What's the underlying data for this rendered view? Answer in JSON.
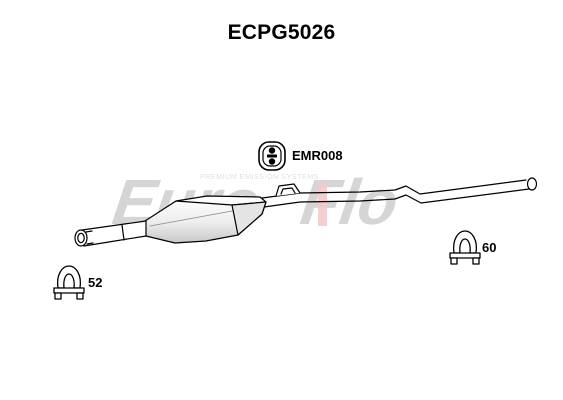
{
  "title": "ECPG5026",
  "parts": {
    "mounting_rubber": {
      "code": "EMR008"
    },
    "clamp_left": {
      "size": "52"
    },
    "clamp_right": {
      "size": "60"
    }
  },
  "watermark": {
    "brand_part1": "Euro",
    "brand_part2": "Flo",
    "tagline": "PREMIUM EMISSION SYSTEMS",
    "colors": {
      "main": "#c8c8c8",
      "accent": "#f0b8b8"
    }
  },
  "colors": {
    "line": "#000000",
    "pipe_fill": "#ffffff",
    "silencer_light": "#f2f2f2",
    "silencer_shade": "#cfcfcf"
  }
}
